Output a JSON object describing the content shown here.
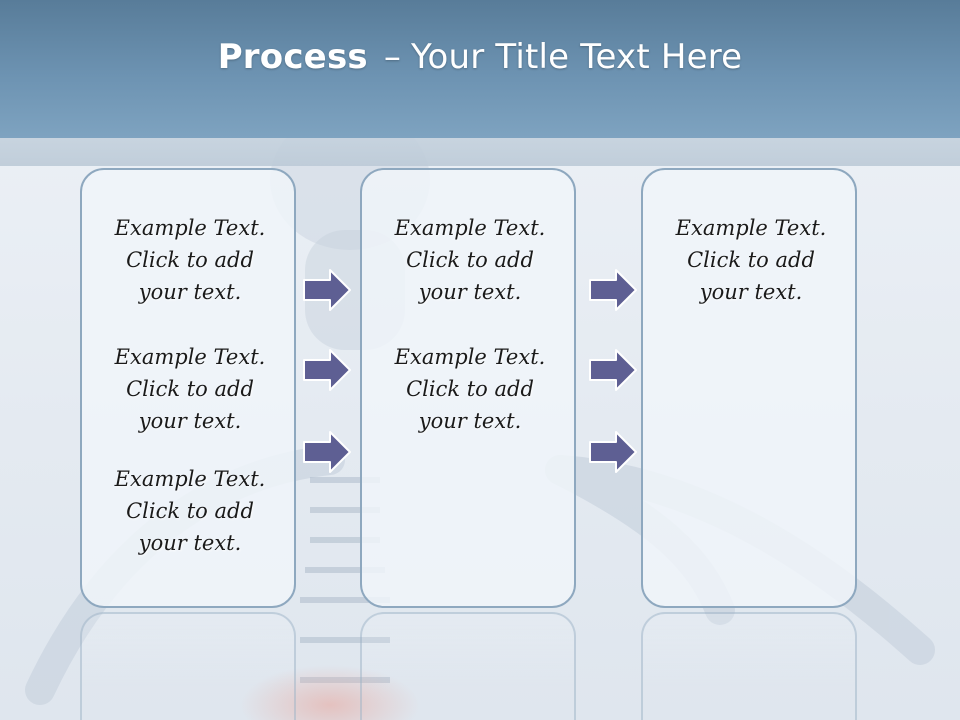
{
  "title": {
    "bold": "Process",
    "separator": "–",
    "rest": "Your Title Text Here"
  },
  "columns": [
    {
      "items": [
        {
          "line1": "Example Text.",
          "line2": "Click  to add",
          "line3": "your text."
        },
        {
          "line1": "Example Text.",
          "line2": "Click  to add",
          "line3": "your text."
        },
        {
          "line1": "Example Text.",
          "line2": "Click  to add",
          "line3": "your text."
        }
      ]
    },
    {
      "items": [
        {
          "line1": "Example Text.",
          "line2": "Click  to add",
          "line3": "your text."
        },
        {
          "line1": "Example Text.",
          "line2": "Click  to add",
          "line3": "your text."
        }
      ]
    },
    {
      "items": [
        {
          "line1": "Example Text.",
          "line2": "Click  to add",
          "line3": "your text."
        }
      ]
    }
  ],
  "colors": {
    "title_bar": "#6a8fae",
    "arrow_fill": "#5e5f93",
    "box_border": "#8ea8bf"
  },
  "icons": {
    "arrow": "right-arrow-icon"
  }
}
